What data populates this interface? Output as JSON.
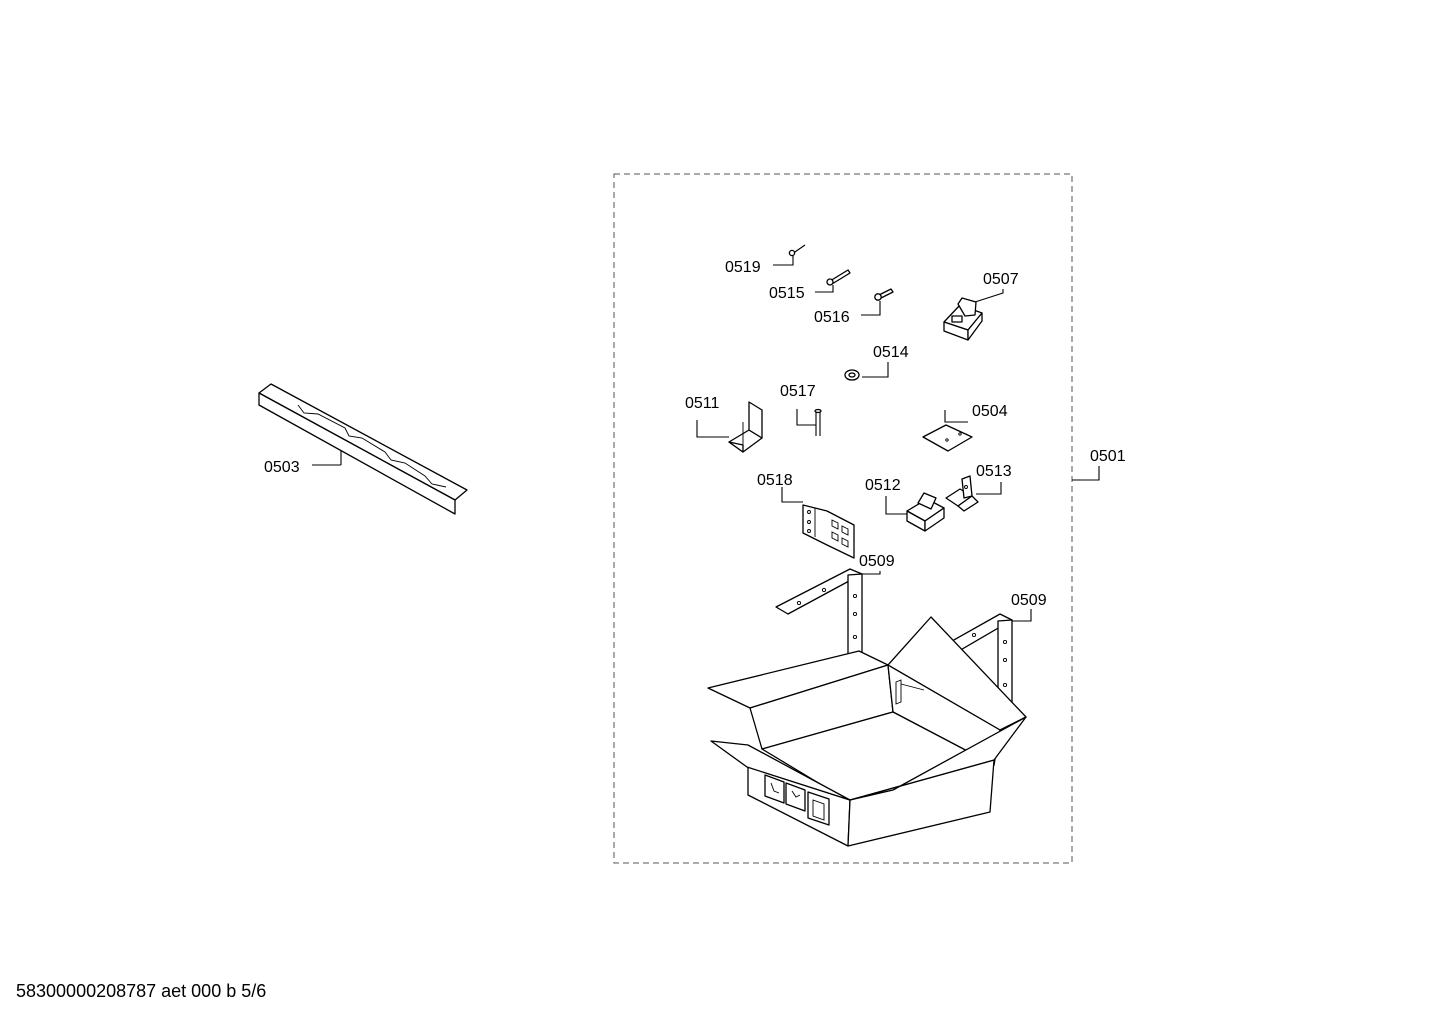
{
  "labels": {
    "p0501": "0501",
    "p0503": "0503",
    "p0504": "0504",
    "p0507": "0507",
    "p0509a": "0509",
    "p0509b": "0509",
    "p0511": "0511",
    "p0512": "0512",
    "p0513": "0513",
    "p0514": "0514",
    "p0515": "0515",
    "p0516": "0516",
    "p0517": "0517",
    "p0518": "0518",
    "p0519": "0519"
  },
  "footer": {
    "text": "58300000208787 aet 000 b 5/6"
  }
}
